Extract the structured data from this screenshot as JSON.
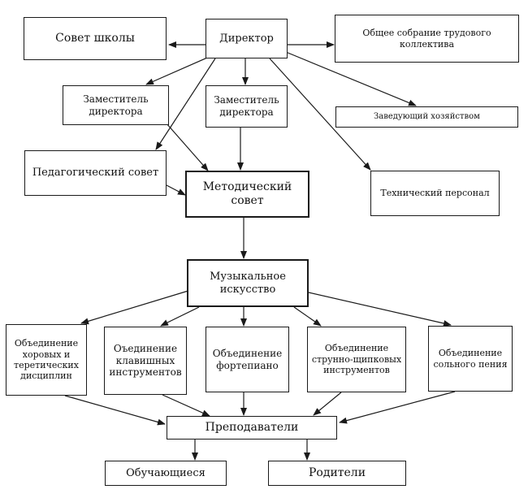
{
  "nodes": {
    "school_council": "Совет школы",
    "director": "Директор",
    "general_meeting": "Общее собрание трудового коллектива",
    "deputy_left": "Заместитель директора",
    "deputy_center": "Заместитель директора",
    "household_manager": "Заведующий хозяйством",
    "pedagogical_council": "Педагогический совет",
    "methodical_council": "Методический совет",
    "technical_staff": "Технический персонал",
    "musical_art": "Музыкальное искусство",
    "choral_theory": "Объединение хоровых и теретических дисциплин",
    "keyboard": "Оъединение клавишных инструментов",
    "piano": "Объединение фортепиано",
    "strings": "Объединение струнно-щипковых инструментов",
    "solo_singing": "Объединение сольного пения",
    "teachers": "Преподаватели",
    "students": "Обучающиеся",
    "parents": "Родители"
  }
}
